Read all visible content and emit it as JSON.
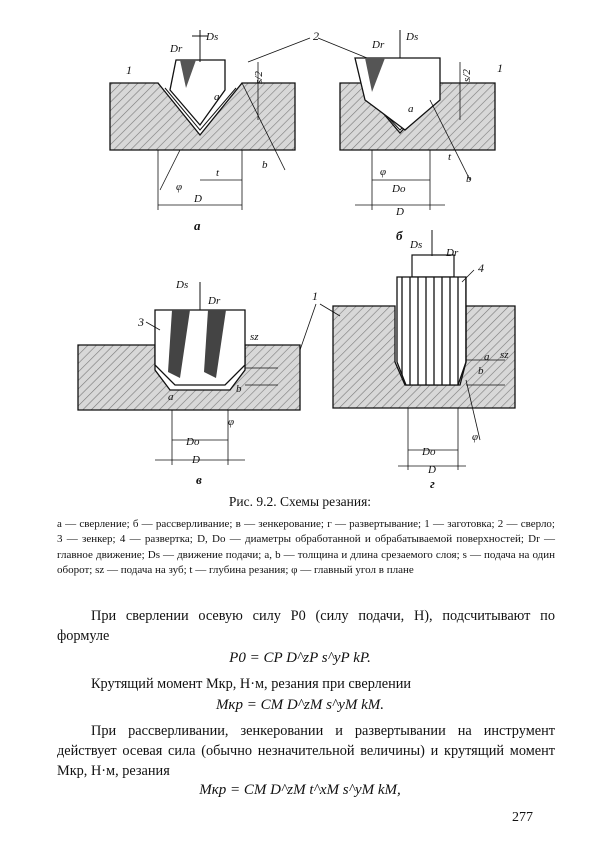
{
  "figure": {
    "labels": {
      "label_1": "1",
      "label_2": "2",
      "label_3": "3",
      "label_4": "4",
      "Ds": "Ds",
      "Dr": "Dr",
      "s2": "s/2",
      "sz": "sz",
      "a": "a",
      "b": "b",
      "t": "t",
      "phi": "φ",
      "D": "D",
      "D0": "Do"
    },
    "subfigures": [
      "а",
      "б",
      "в",
      "г"
    ]
  },
  "caption": "Рис. 9.2. Схемы резания:",
  "legend": "а — сверление; б — рассверливание; в — зенкерование; г — развертывание; 1 — заготовка; 2 — сверло; 3 — зенкер; 4 — развертка; D, Dо — диаметры обработанной и обрабатываемой поверхностей; Dr — главное движение; Ds — движение подачи; a, b — толщина и длина срезаемого слоя; s — подача на один оборот; sz — подача на зуб; t — глубина резания; φ — главный угол в плане",
  "paragraphs": {
    "p1": "При сверлении осевую силу P0 (силу подачи, Н), подсчитывают по формуле",
    "f1": "P0 = CP D^zP s^yP kP.",
    "p2": "Крутящий момент Mкр, Н·м, резания при сверлении",
    "f2": "Mкр = CM D^zM s^yM kM.",
    "p3": "При рассверливании, зенкеровании и развертывании на инструмент действует осевая сила (обычно незначительной величины) и крутящий момент Mкр, Н·м, резания",
    "f3": "Mкр = CM D^zM t^xM s^yM kM,"
  },
  "page_number": "277"
}
